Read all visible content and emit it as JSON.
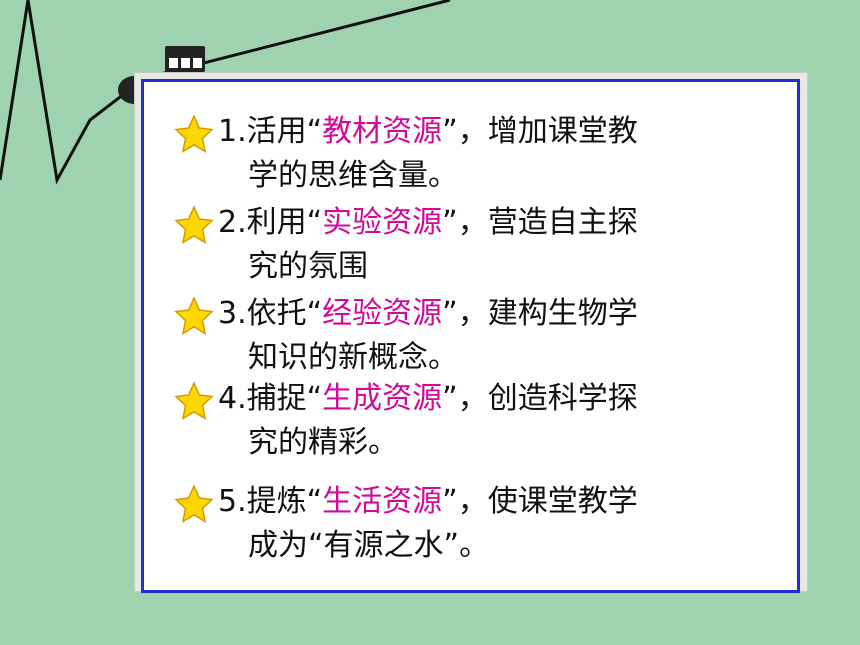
{
  "colors": {
    "background": "#9fd3b0",
    "frame": "#1f2fd0",
    "highlight": "#d10a9a",
    "text": "#111111",
    "star": "#ffd700"
  },
  "items": [
    {
      "icon": "star-icon",
      "prefix": "1.活用“",
      "highlight": "教材资源",
      "suffix": "”，增加课堂教",
      "line2": "学的思维含量。"
    },
    {
      "icon": "star-icon",
      "prefix": "2.利用“",
      "highlight": "实验资源",
      "suffix": "”，营造自主探",
      "line2": "究的氛围"
    },
    {
      "icon": "star-icon",
      "prefix": "3.依托“",
      "highlight": "经验资源",
      "suffix": "”，建构生物学",
      "line2": "知识的新概念。"
    },
    {
      "icon": "star-icon",
      "prefix": "4.捕捉“",
      "highlight": "生成资源",
      "suffix": "”，创造科学探",
      "line2": "究的精彩。"
    },
    {
      "icon": "star-icon",
      "prefix": "5.提炼“",
      "highlight": "生活资源",
      "suffix": "”，使课堂教学",
      "line2": "成为“有源之水”。"
    }
  ]
}
